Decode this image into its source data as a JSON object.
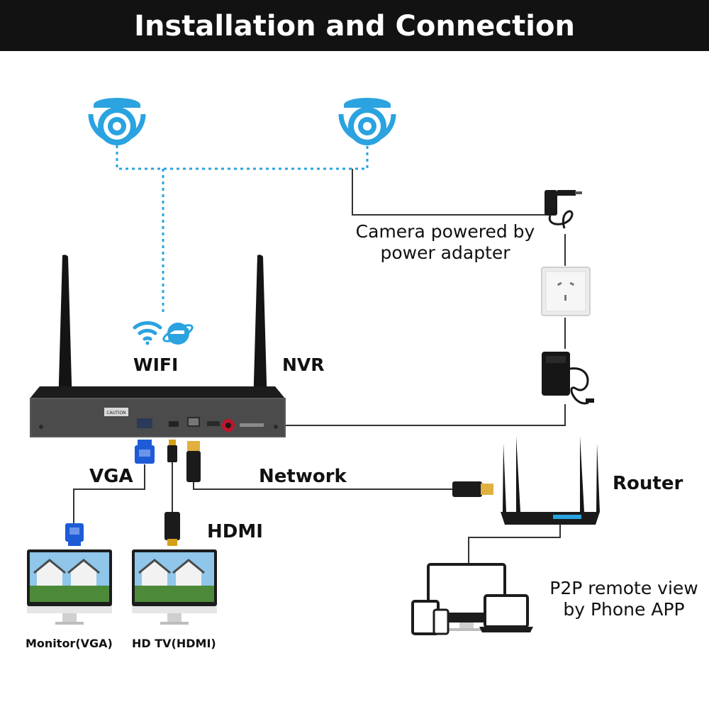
{
  "header": {
    "title": "Installation and Connection"
  },
  "labels": {
    "wifi": "WIFI",
    "nvr": "NVR",
    "camera_power_line1": "Camera powered by",
    "camera_power_line2": "power adapter",
    "vga": "VGA",
    "network": "Network",
    "router": "Router",
    "hdmi": "HDMI",
    "monitor": "Monitor(VGA)",
    "hd_tv": "HD TV(HDMI)",
    "p2p_line1": "P2P remote view",
    "p2p_line2": "by Phone APP"
  },
  "nvr_panel": {
    "caution": "CAUTION"
  },
  "colors": {
    "banner": "#121212",
    "camera_blue": "#2aa3e0",
    "wifi_link": "#2aa3e0",
    "cable": "#333333",
    "vga_connector": "#1e5bd6",
    "hdmi_gold": "#d4a017",
    "rj45_gold": "#e0b040"
  },
  "icons": [
    "camera-icon",
    "wifi-icon",
    "internet-explorer-icon",
    "nvr-antenna-icon",
    "power-adapter-icon",
    "wall-socket-icon",
    "vga-connector-icon",
    "hdmi-connector-icon",
    "rj45-connector-icon",
    "router-icon",
    "monitor-icon",
    "tv-icon",
    "desktop-icon",
    "laptop-icon",
    "tablet-icon",
    "phone-icon"
  ]
}
